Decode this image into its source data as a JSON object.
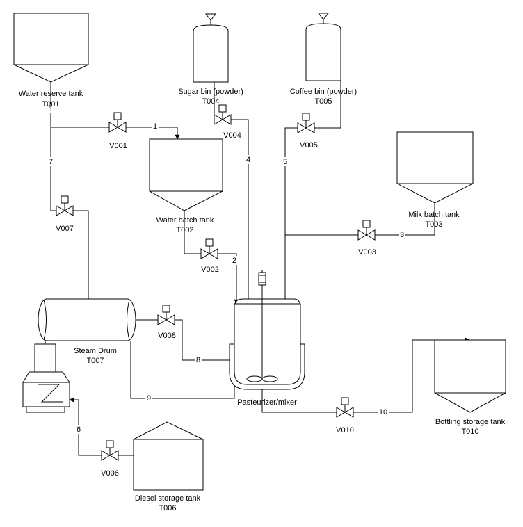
{
  "equipment": {
    "t001": {
      "name": "Water reserve tank",
      "tag": "T001"
    },
    "t002": {
      "name": "Water batch tank",
      "tag": "T002"
    },
    "t003": {
      "name": "Milk batch tank",
      "tag": "T003"
    },
    "t004": {
      "name": "Sugar bin (powder)",
      "tag": "T004"
    },
    "t005": {
      "name": "Coffee bin (powder)",
      "tag": "T005"
    },
    "t006": {
      "name": "Diesel storage tank",
      "tag": "T006"
    },
    "t007": {
      "name": "Steam Drum",
      "tag": "T007"
    },
    "t010": {
      "name": "Bottling storage tank",
      "tag": "T010"
    },
    "mixer": {
      "name": "Pasteurizer/mixer"
    }
  },
  "valves": {
    "v001": "V001",
    "v002": "V002",
    "v003": "V003",
    "v004": "V004",
    "v005": "V005",
    "v006": "V006",
    "v007": "V007",
    "v008": "V008",
    "v010": "V010"
  },
  "streams": {
    "s1": "1",
    "s2": "2",
    "s3": "3",
    "s4": "4",
    "s5": "5",
    "s6": "6",
    "s7": "7",
    "s8": "8",
    "s9": "9",
    "s10": "10"
  }
}
